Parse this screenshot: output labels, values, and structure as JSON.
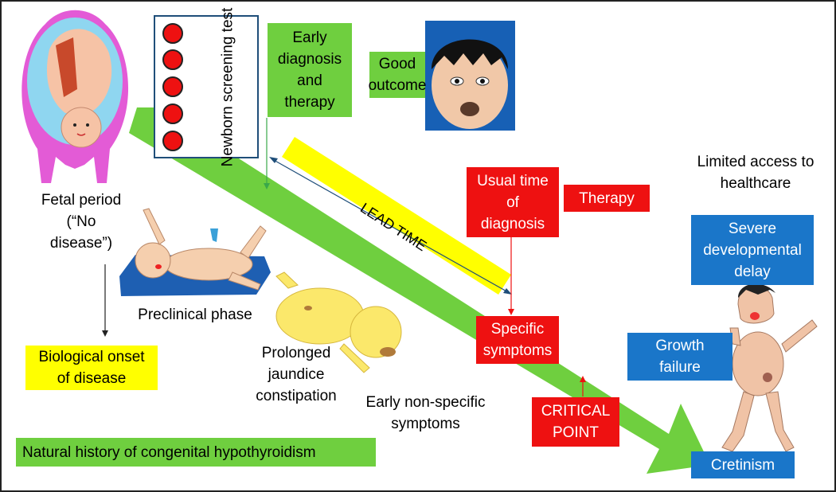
{
  "colors": {
    "arrow_green": "#6fcf3f",
    "red": "#ee1111",
    "blue": "#1a76c9",
    "yellow": "#ffff00",
    "dark_blue_line": "#1f4e79"
  },
  "labels": {
    "fetal_period": "Fetal period\n(“No\ndisease”)",
    "biological_onset": "Biological onset\nof disease",
    "newborn_screening": "Newborn screening test",
    "early_diagnosis": "Early\ndiagnosis\nand\ntherapy",
    "good_outcome": "Good\noutcome",
    "lead_time": "LEAD TIME",
    "preclinical": "Preclinical phase",
    "jaundice": "Prolonged\njaundice\nconstipation",
    "early_nonspecific": "Early non-specific\nsymptoms",
    "usual_time": "Usual time\nof\ndiagnosis",
    "therapy": "Therapy",
    "specific_symptoms": "Specific\nsymptoms",
    "critical_point": "CRITICAL\nPOINT",
    "limited_access": "Limited access to\nhealthcare",
    "severe_delay": "Severe\ndevelopmental\ndelay",
    "growth_failure": "Growth\nfailure",
    "cretinism": "Cretinism",
    "title": "Natural history of congenital hypothyroidism"
  },
  "screening_dots": 5,
  "illustrations": [
    "fetus-in-womb",
    "crying-child-face",
    "infant-on-mat",
    "jaundiced-infant",
    "child-with-cretinism"
  ]
}
